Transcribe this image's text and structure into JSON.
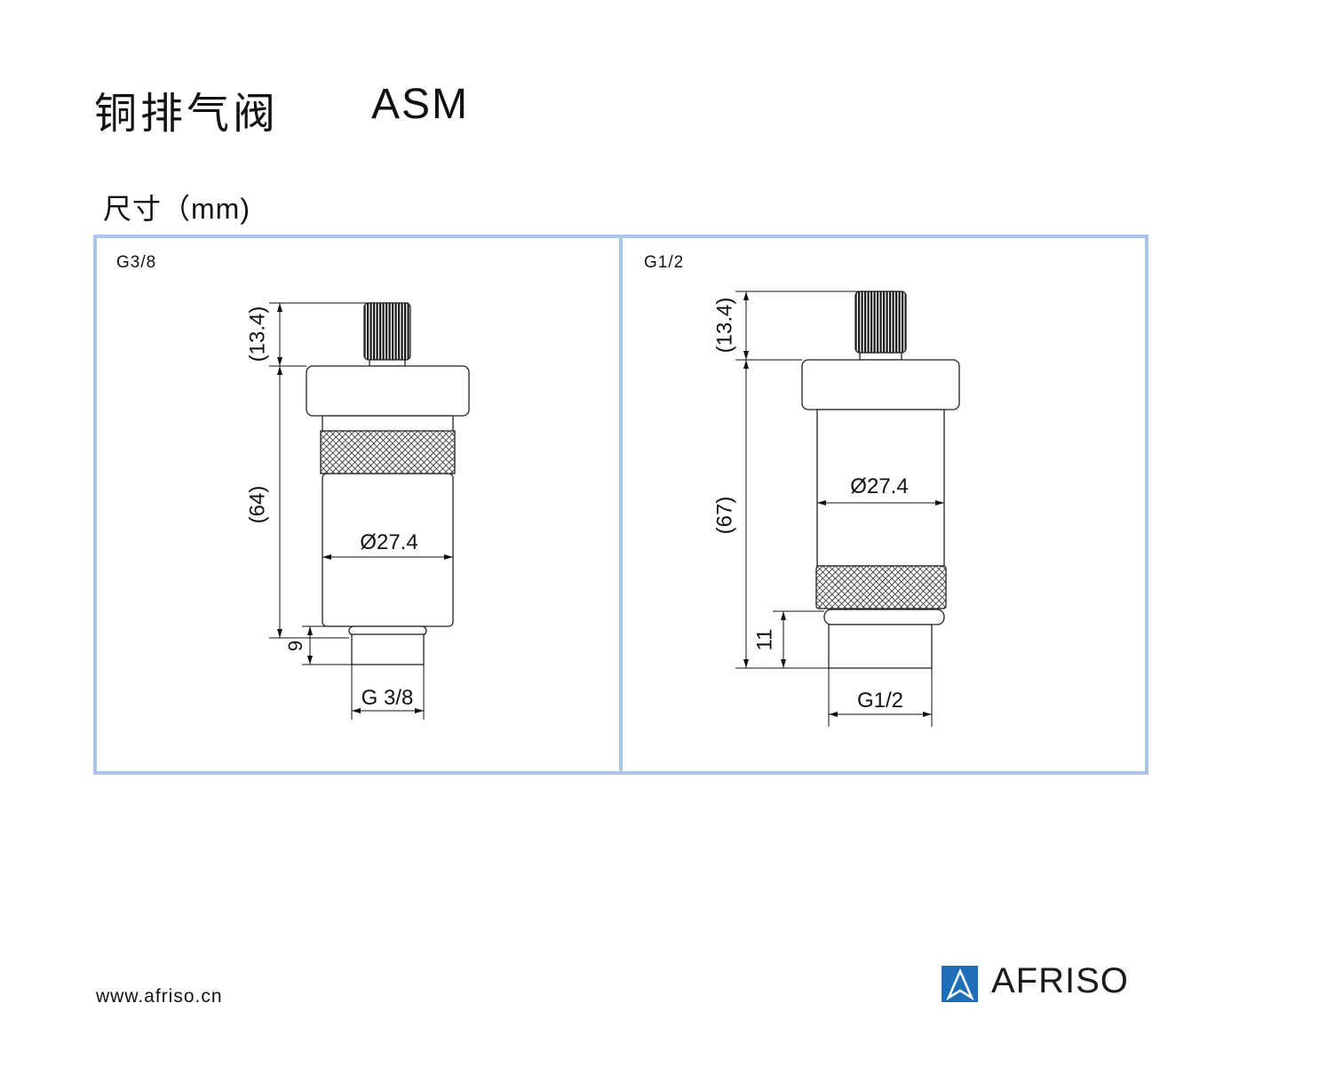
{
  "header": {
    "title": "铜排气阀",
    "model": "ASM"
  },
  "section": {
    "subtitle": "尺寸（mm)"
  },
  "panels": [
    {
      "label": "G3/8",
      "dims": {
        "knob_height": "(13.4)",
        "body_height": "(64)",
        "thread_length": "9",
        "diameter": "Ø27.4",
        "thread": "G 3/8"
      }
    },
    {
      "label": "G1/2",
      "dims": {
        "knob_height": "(13.4)",
        "body_height": "(67)",
        "thread_length": "11",
        "diameter": "Ø27.4",
        "thread": "G1/2"
      }
    }
  ],
  "footer": {
    "url": "www.afriso.cn",
    "logo_text": "AFRISO"
  },
  "colors": {
    "panel_border": "#a9c5e8",
    "logo_blue": "#1f6fb8"
  }
}
